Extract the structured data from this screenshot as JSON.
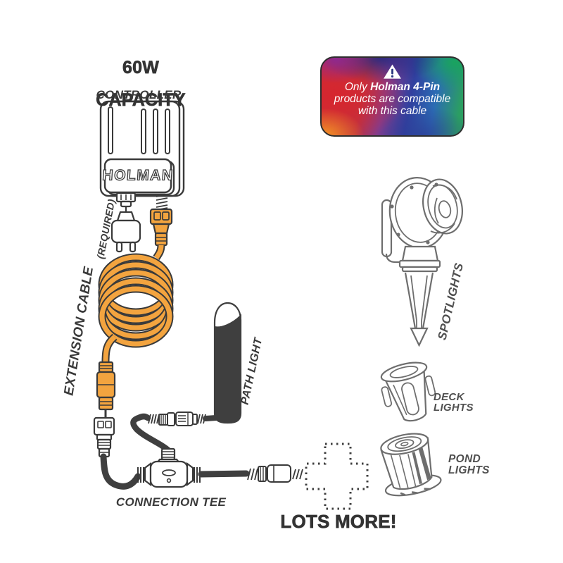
{
  "labels": {
    "capacity_line1": "60W",
    "capacity_line2": "CAPACITY",
    "controller": "CONTROLLER",
    "brand": "HOLMAN",
    "required": "(REQUIRED)",
    "extension_cable": "EXTENSION CABLE",
    "path_light": "PATH LIGHT",
    "connection_tee": "CONNECTION TEE",
    "spotlights": "SPOTLIGHTS",
    "deck_lights": "DECK\nLIGHTS",
    "pond_lights": "POND\nLIGHTS",
    "lots_more": "LOTS MORE!"
  },
  "warning_badge": {
    "icon": "warning-triangle",
    "line1_prefix": "Only ",
    "line1_bold": "Holman 4-Pin",
    "line2": "products are compatible",
    "line3": "with this cable"
  },
  "colors": {
    "cable_orange": "#F3A43F",
    "line_dark": "#3A3A3A",
    "line_gray": "#6E6E6E",
    "path_light_fill": "#3F3F3F",
    "label_dark": "#3A3A3A",
    "label_gray": "#4F4F4F",
    "badge_border": "#2E2E2E"
  }
}
